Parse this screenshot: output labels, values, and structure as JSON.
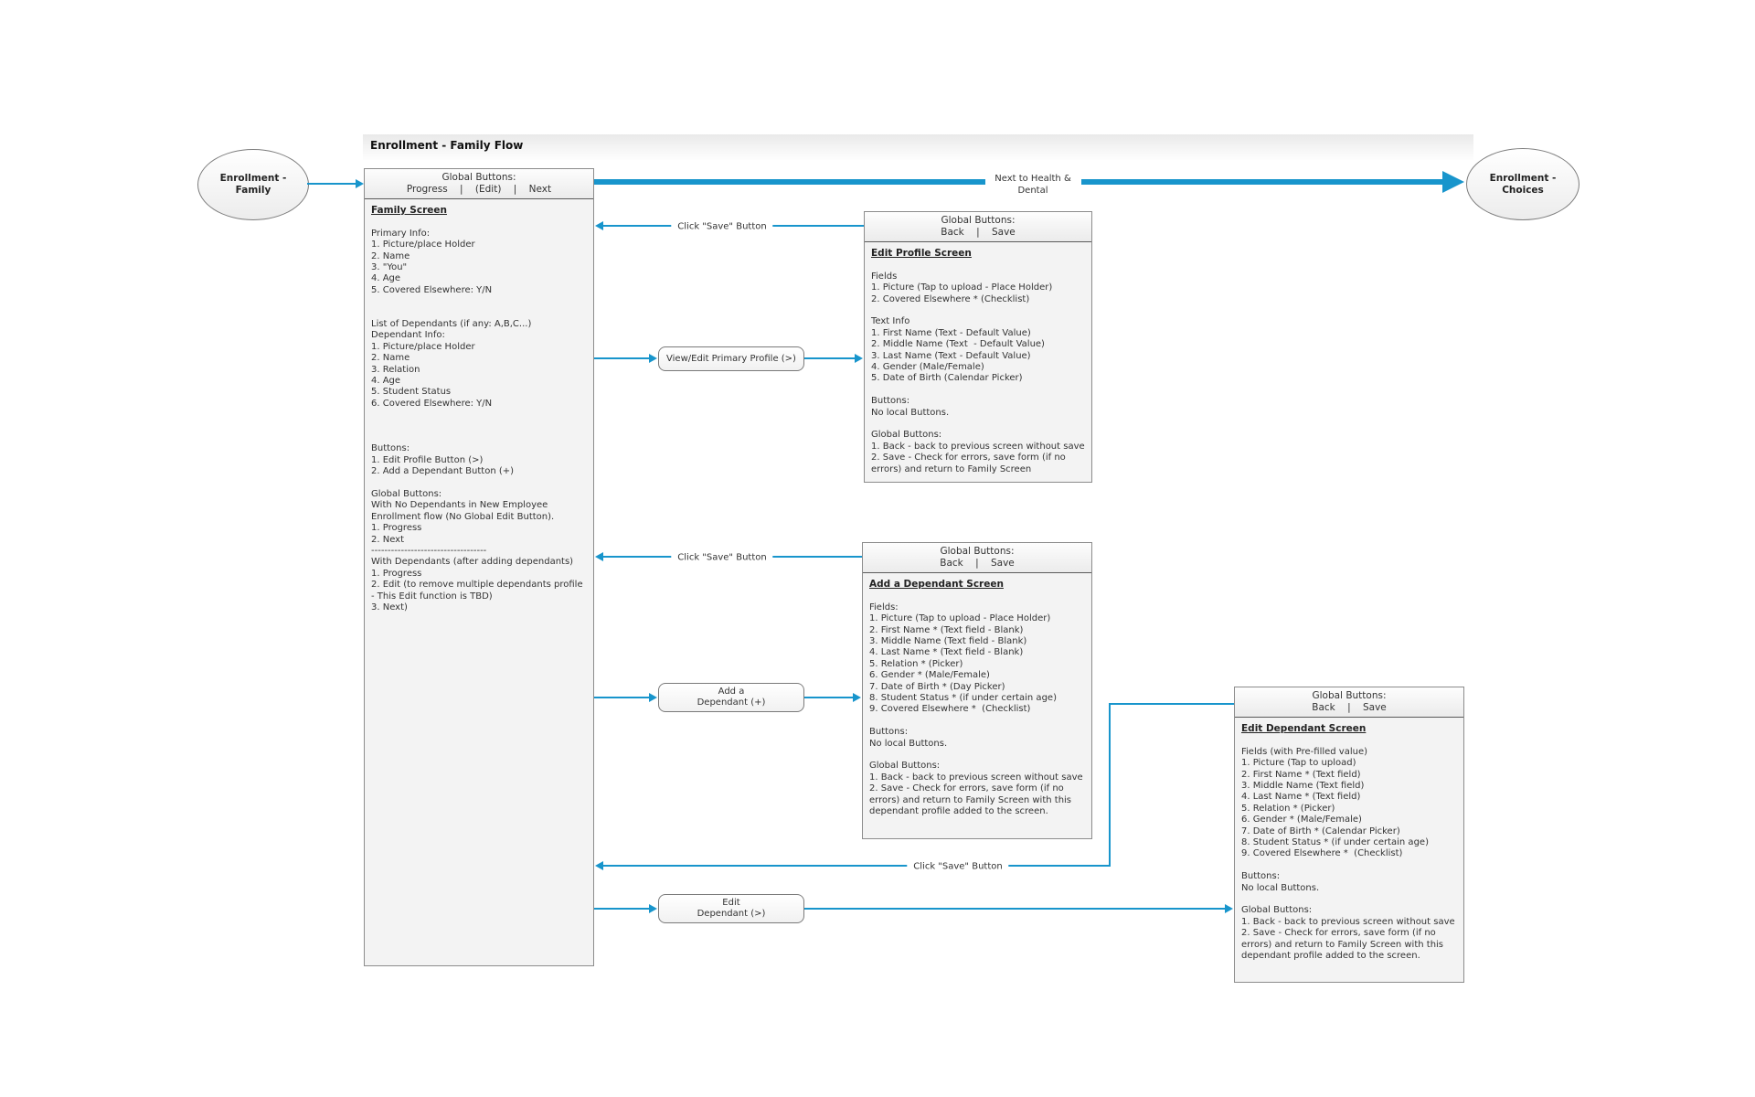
{
  "colors": {
    "arrow": "#1895cc",
    "box_fill": "#f3f3f3",
    "box_border": "#8c8c8c"
  },
  "title": "Enrollment - Family Flow",
  "ovals": {
    "start": {
      "line1": "Enrollment -",
      "line2": "Family"
    },
    "end": {
      "line1": "Enrollment -",
      "line2": "Choices"
    }
  },
  "flow_labels": {
    "next_to_health": {
      "line1": "Next to Health &",
      "line2": "Dental"
    },
    "save_from_edit_profile": "Click \"Save\" Button",
    "save_from_add_dependant": "Click \"Save\" Button",
    "save_from_edit_dependant": "Click \"Save\" Button"
  },
  "buttons": {
    "view_edit_primary": {
      "label": "View/Edit Primary Profile (>)"
    },
    "add_dependant": {
      "lines": [
        "Add a",
        "Dependant (+)"
      ]
    },
    "edit_dependant": {
      "lines": [
        "Edit",
        "Dependant (>)"
      ]
    }
  },
  "screens": {
    "family": {
      "header_label": "Global Buttons:",
      "header_items": "Progress    |    (Edit)    |    Next",
      "title": "Family Screen",
      "lines": [
        "",
        "Primary Info:",
        "1. Picture/place Holder",
        "2. Name",
        "3. \"You\"",
        "4. Age",
        "5. Covered Elsewhere: Y/N",
        "",
        "",
        "List of Dependants (if any: A,B,C...)",
        "Dependant Info:",
        "1. Picture/place Holder",
        "2. Name",
        "3. Relation",
        "4. Age",
        "5. Student Status",
        "6. Covered Elsewhere: Y/N",
        "",
        "",
        "",
        "Buttons:",
        "1. Edit Profile Button (>)",
        "2. Add a Dependant Button (+)",
        "",
        "Global Buttons:",
        "With No Dependants in New Employee",
        "Enrollment flow (No Global Edit Button).",
        "1. Progress",
        "2. Next",
        "-----------------------------------",
        "With Dependants (after adding dependants)",
        "1. Progress",
        "2. Edit (to remove multiple dependants profile",
        "- This Edit function is TBD)",
        "3. Next)"
      ]
    },
    "edit_profile": {
      "header_label": "Global Buttons:",
      "header_items": "Back    |    Save",
      "title": "Edit Profile Screen",
      "lines": [
        "",
        "Fields",
        "1. Picture (Tap to upload - Place Holder)",
        "2. Covered Elsewhere * (Checklist)",
        "",
        "Text Info",
        "1. First Name (Text - Default Value)",
        "2. Middle Name (Text  - Default Value)",
        "3. Last Name (Text - Default Value)",
        "4. Gender (Male/Female)",
        "5. Date of Birth (Calendar Picker)",
        "",
        "Buttons:",
        "No local Buttons.",
        "",
        "Global Buttons:",
        "1. Back - back to previous screen without save",
        "2. Save - Check for errors, save form (if no",
        "errors) and return to Family Screen"
      ]
    },
    "add_dependant": {
      "header_label": "Global Buttons:",
      "header_items": "Back    |    Save",
      "title": "Add a Dependant Screen",
      "lines": [
        "",
        "Fields:",
        "1. Picture (Tap to upload - Place Holder)",
        "2. First Name * (Text field - Blank)",
        "3. Middle Name (Text field - Blank)",
        "4. Last Name * (Text field - Blank)",
        "5. Relation * (Picker)",
        "6. Gender * (Male/Female)",
        "7. Date of Birth * (Day Picker)",
        "8. Student Status * (if under certain age)",
        "9. Covered Elsewhere *  (Checklist)",
        "",
        "Buttons:",
        "No local Buttons.",
        "",
        "Global Buttons:",
        "1. Back - back to previous screen without save",
        "2. Save - Check for errors, save form (if no",
        "errors) and return to Family Screen with this",
        "dependant profile added to the screen."
      ]
    },
    "edit_dependant": {
      "header_label": "Global Buttons:",
      "header_items": "Back    |    Save",
      "title": "Edit Dependant Screen",
      "lines": [
        "",
        "Fields (with Pre-filled value)",
        "1. Picture (Tap to upload)",
        "2. First Name * (Text field)",
        "3. Middle Name (Text field)",
        "4. Last Name * (Text field)",
        "5. Relation * (Picker)",
        "6. Gender * (Male/Female)",
        "7. Date of Birth * (Calendar Picker)",
        "8. Student Status * (if under certain age)",
        "9. Covered Elsewhere *  (Checklist)",
        "",
        "Buttons:",
        "No local Buttons.",
        "",
        "Global Buttons:",
        "1. Back - back to previous screen without save",
        "2. Save - Check for errors, save form (if no",
        "errors) and return to Family Screen with this",
        "dependant profile added to the screen."
      ]
    }
  }
}
